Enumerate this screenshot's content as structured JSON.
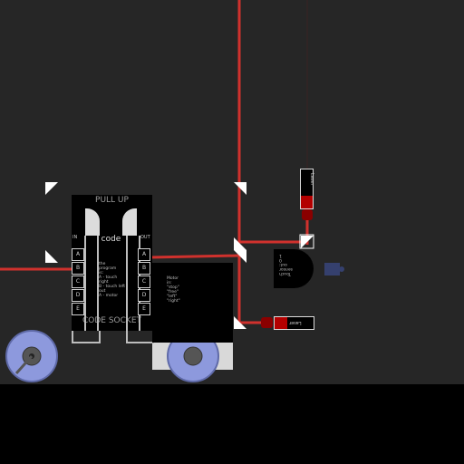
{
  "code_chip": {
    "top_label": "PULL UP",
    "center_label": "code",
    "bottom_label": "CODE SOCKET",
    "in_label": "IN",
    "out_label": "OUT",
    "in_pins": [
      "A",
      "B",
      "C",
      "D",
      "E"
    ],
    "out_pins": [
      "A",
      "B",
      "C",
      "D",
      "E"
    ],
    "program_text": "the\nprogram\nis:\nA - touch\nright\nB - touch left\nout\nA - motor"
  },
  "motor_module": {
    "text": "Motor\nin:\n\"stop\"\n\"free\"\n\"left\"\n\"right\""
  },
  "touch_sensor": {
    "text": "Touch\nsensor\nout:\n0\n1"
  },
  "lasers": {
    "vertical_label": "Laser",
    "horizontal_label": "Laser"
  },
  "colors": {
    "background": "#262626",
    "ground": "#000000",
    "wire": "#d0312d",
    "wheel": "#8d99dd",
    "laser_red": "#b30000"
  }
}
